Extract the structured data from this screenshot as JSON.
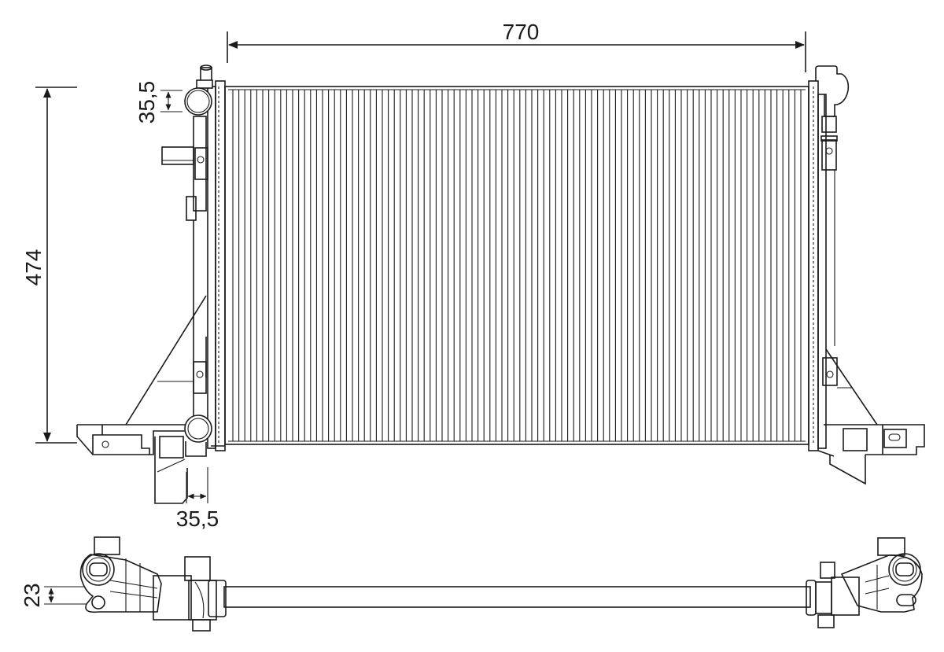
{
  "drawing": {
    "subject": "Radiator technical drawing",
    "views": [
      "front-view",
      "top-view"
    ]
  },
  "dimensions": {
    "width": "770",
    "height": "474",
    "inlet_diameter": "35,5",
    "outlet_diameter": "35,5",
    "depth": "23"
  },
  "colors": {
    "line": "#1a1a1a",
    "background": "#ffffff"
  }
}
